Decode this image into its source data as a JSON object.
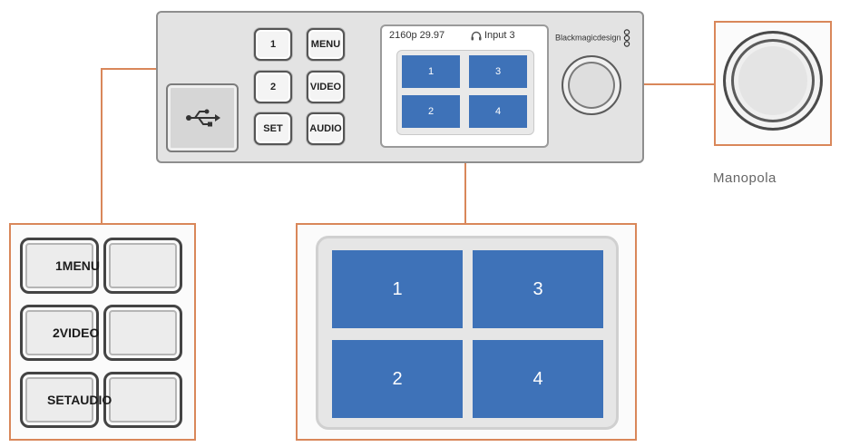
{
  "device": {
    "buttons": [
      {
        "id": "btn-1",
        "label": "1"
      },
      {
        "id": "btn-menu",
        "label": "MENU"
      },
      {
        "id": "btn-2",
        "label": "2"
      },
      {
        "id": "btn-video",
        "label": "VIDEO"
      },
      {
        "id": "btn-set",
        "label": "SET"
      },
      {
        "id": "btn-audio",
        "label": "AUDIO"
      }
    ],
    "screen": {
      "format": "2160p 29.97",
      "input": "Input 3",
      "cells": [
        "1",
        "3",
        "2",
        "4"
      ]
    },
    "brand": "Blackmagicdesign"
  },
  "knob_callout": {
    "label": "Manopola"
  },
  "buttons_callout": {
    "labels": [
      "1MENU",
      "2VIDEO",
      "SETAUDIO"
    ]
  },
  "screen_callout": {
    "cells": [
      "1",
      "3",
      "2",
      "4"
    ]
  },
  "colors": {
    "accent": "#d9875a",
    "tile_blue": "#3e72b8"
  }
}
